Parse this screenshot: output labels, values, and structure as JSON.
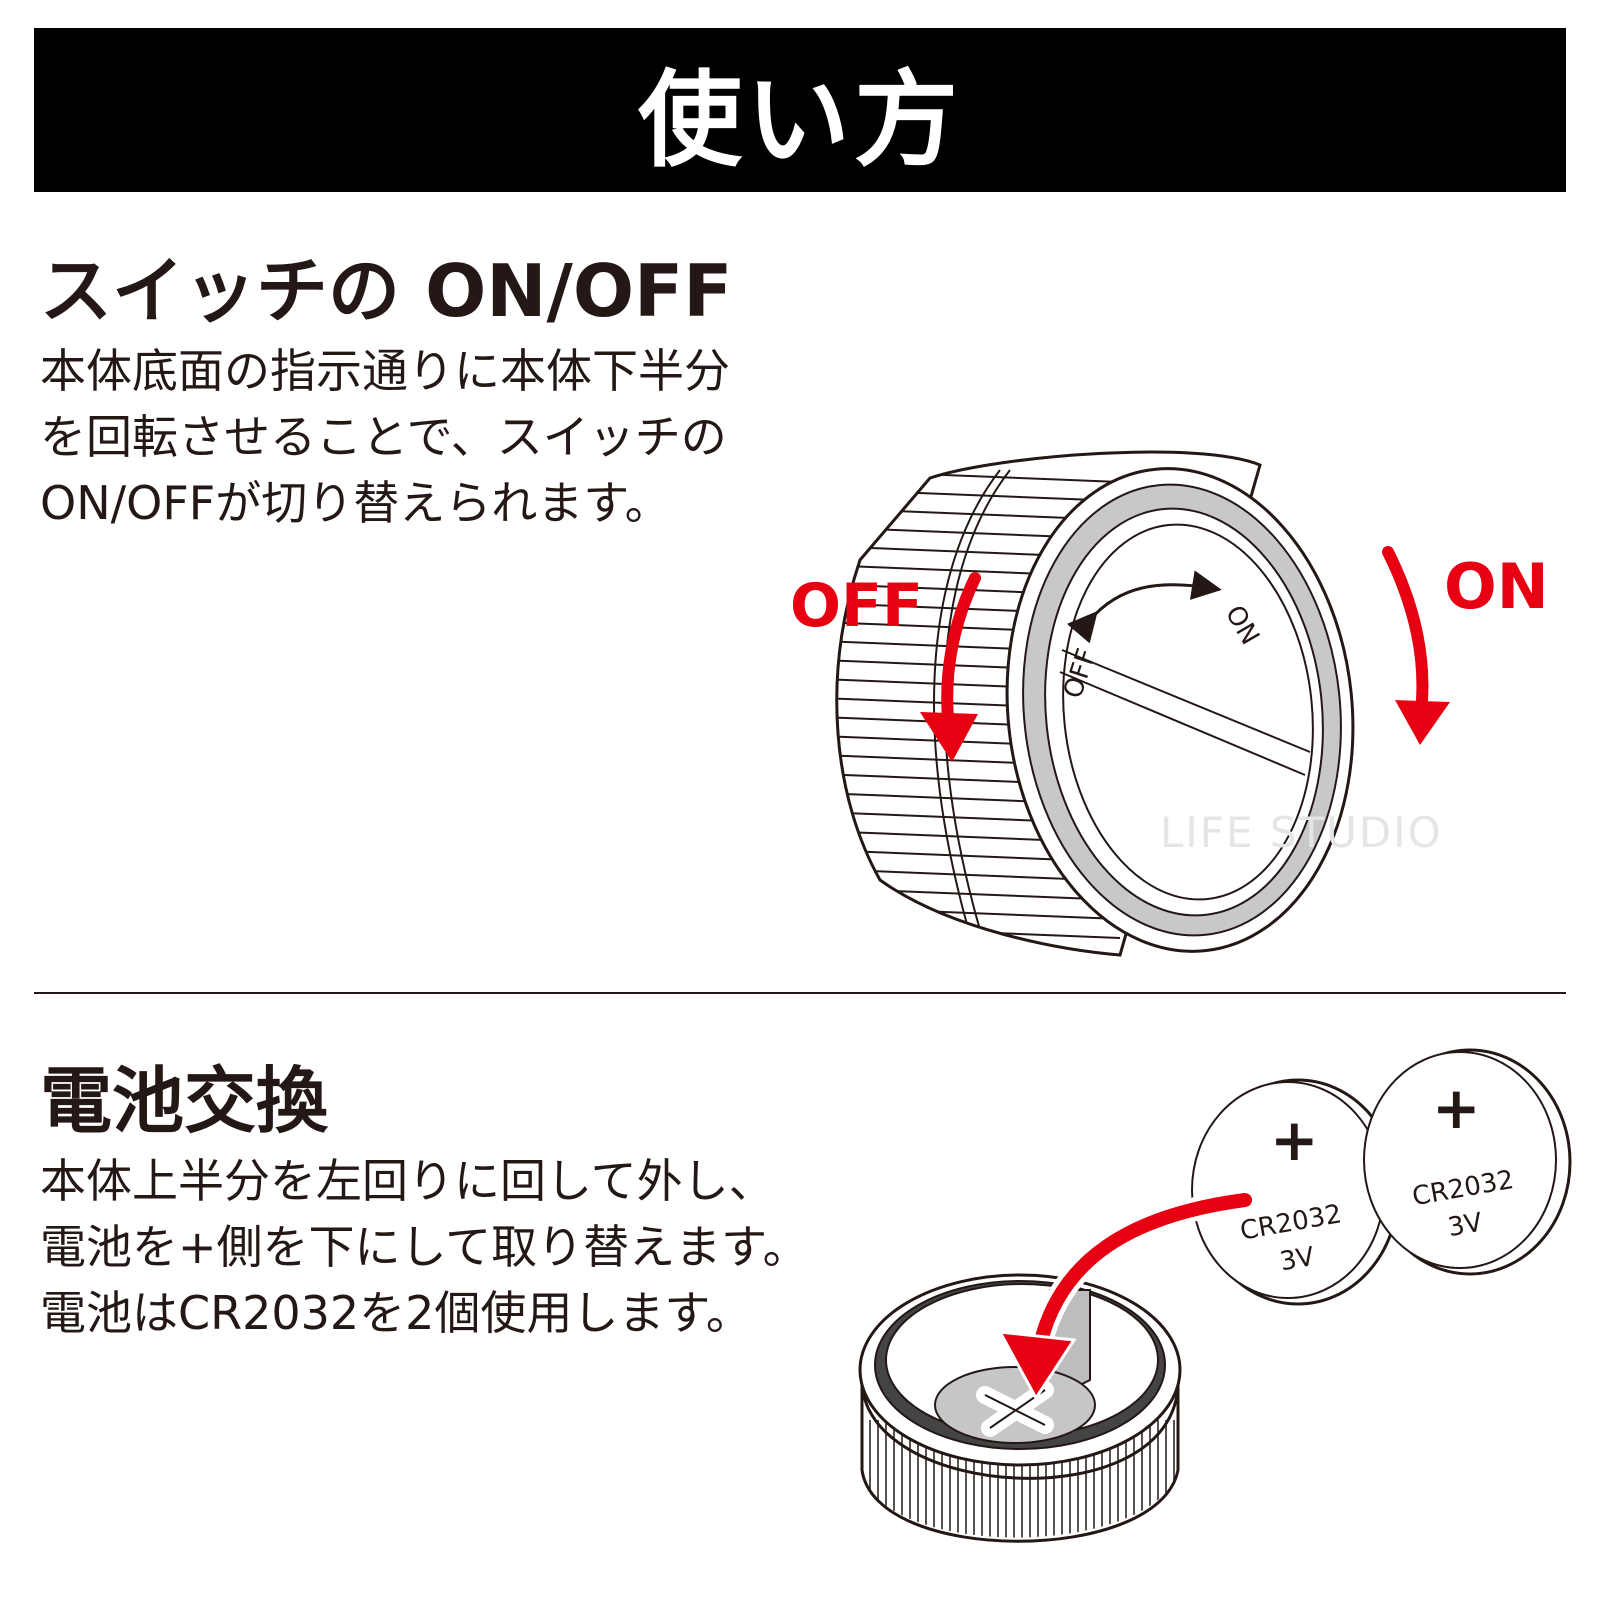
{
  "header": {
    "title": "使い方"
  },
  "switch_section": {
    "title": "スイッチの ON/OFF",
    "lines": [
      "本体底面の指示通りに本体下半分",
      "を回転させることで、スイッチの",
      "ON/OFFが切り替えられます。"
    ],
    "label_off": "OFF",
    "label_on": "ON",
    "dial_off": "OFF",
    "dial_on": "ON"
  },
  "battery_section": {
    "title": "電池交換",
    "lines": [
      "本体上半分を左回りに回して外し、",
      "電池を+側を下にして取り替えます。",
      "電池はCR2032を2個使用します。"
    ],
    "battery_plus": "+",
    "battery_model": "CR2032",
    "battery_voltage": "3V"
  },
  "watermark": "LIFE STUDIO",
  "colors": {
    "accent": "#e60012",
    "text": "#231815",
    "banner": "#000000"
  }
}
